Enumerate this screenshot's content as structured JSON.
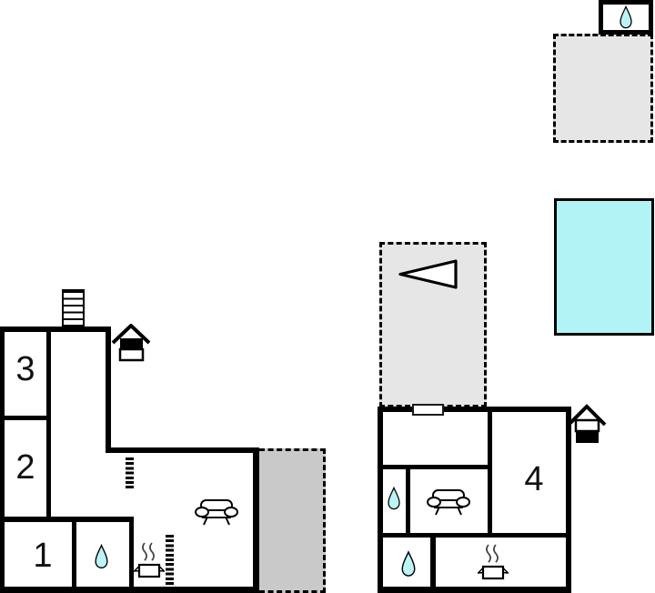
{
  "rooms": {
    "r1": "1",
    "r2": "2",
    "r3": "3",
    "r4": "4"
  },
  "colors": {
    "water": "#bdf3f5",
    "pool": "#b2f4f6",
    "garage_gray": "#c9c9c9",
    "terrace_gray": "#e6e6e6",
    "wall": "#000000"
  },
  "icons": {
    "water_drop": "water-drop-icon",
    "sofa": "sofa-icon",
    "cooking_pot": "cooking-pot-icon",
    "stairs": "stairs-icon",
    "dashed_steps": "dashed-steps-icon",
    "annex_house": "annex-house-icon",
    "pennant": "pennant-icon",
    "entrance_door": "door",
    "pool": "swimming-pool"
  }
}
